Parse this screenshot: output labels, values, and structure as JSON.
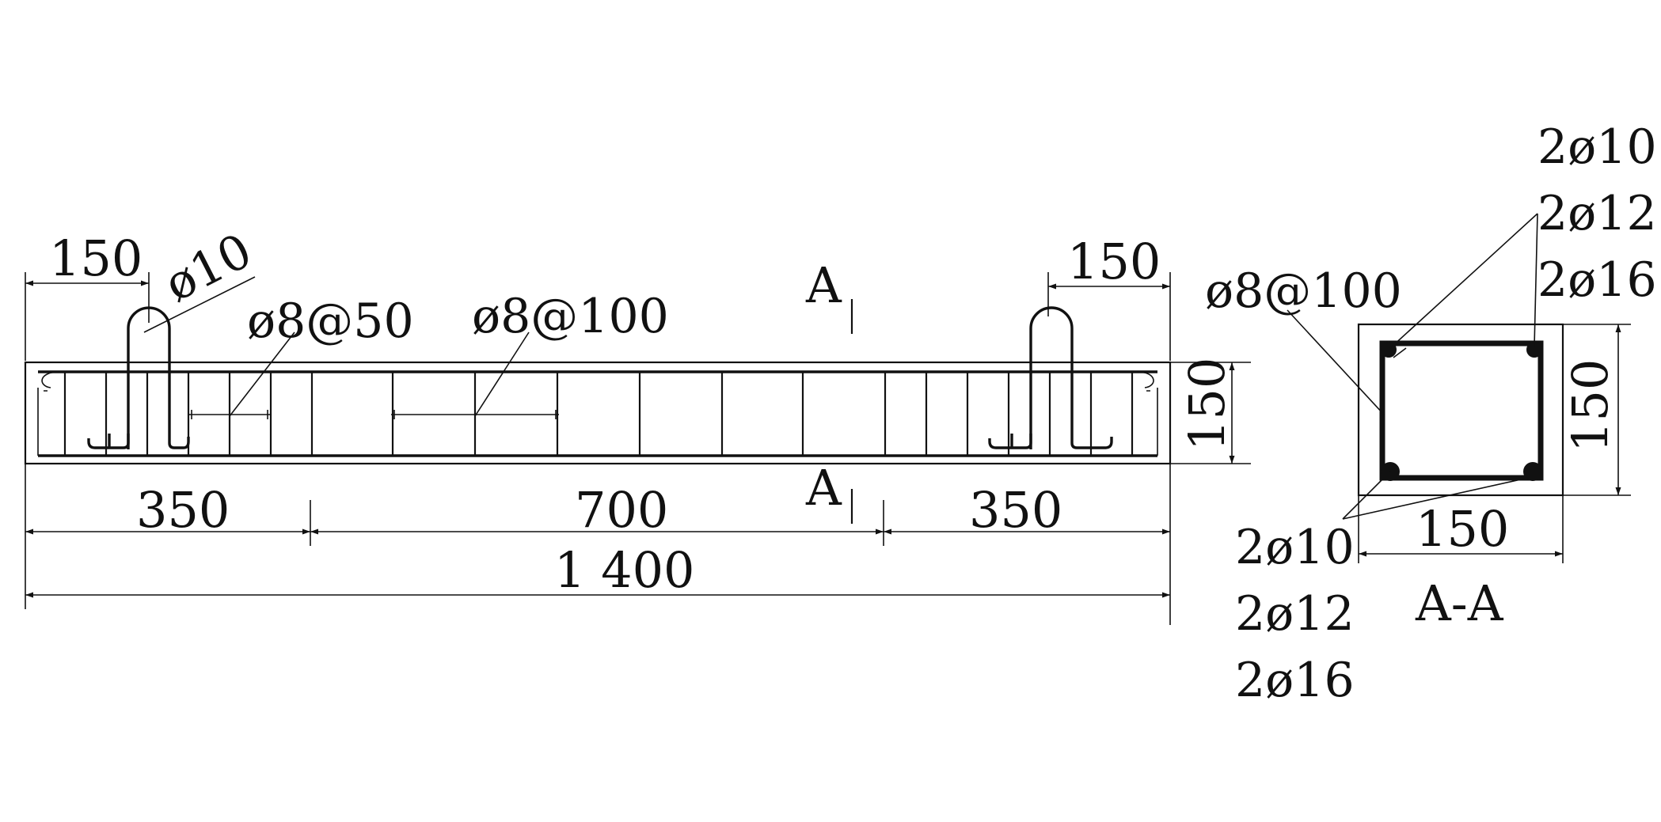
{
  "elevation": {
    "hook_label": "ø10",
    "end_hook_length_left": "150",
    "end_hook_length_right": "150",
    "stirrup_dense_label": "ø8@50",
    "stirrup_sparse_label": "ø8@100",
    "beam_height": "150",
    "segment_left": "350",
    "segment_mid": "700",
    "segment_right": "350",
    "total_length": "1 400",
    "section_mark_top": "A",
    "section_mark_bottom": "A"
  },
  "section": {
    "top_bar_1": "2ø10",
    "top_bar_2": "2ø12",
    "top_bar_3": "2ø16",
    "stirrup_label": "ø8@100",
    "height": "150",
    "width": "150",
    "bottom_bar_1": "2ø10",
    "bottom_bar_2": "2ø12",
    "bottom_bar_3": "2ø16",
    "title": "A-A"
  }
}
